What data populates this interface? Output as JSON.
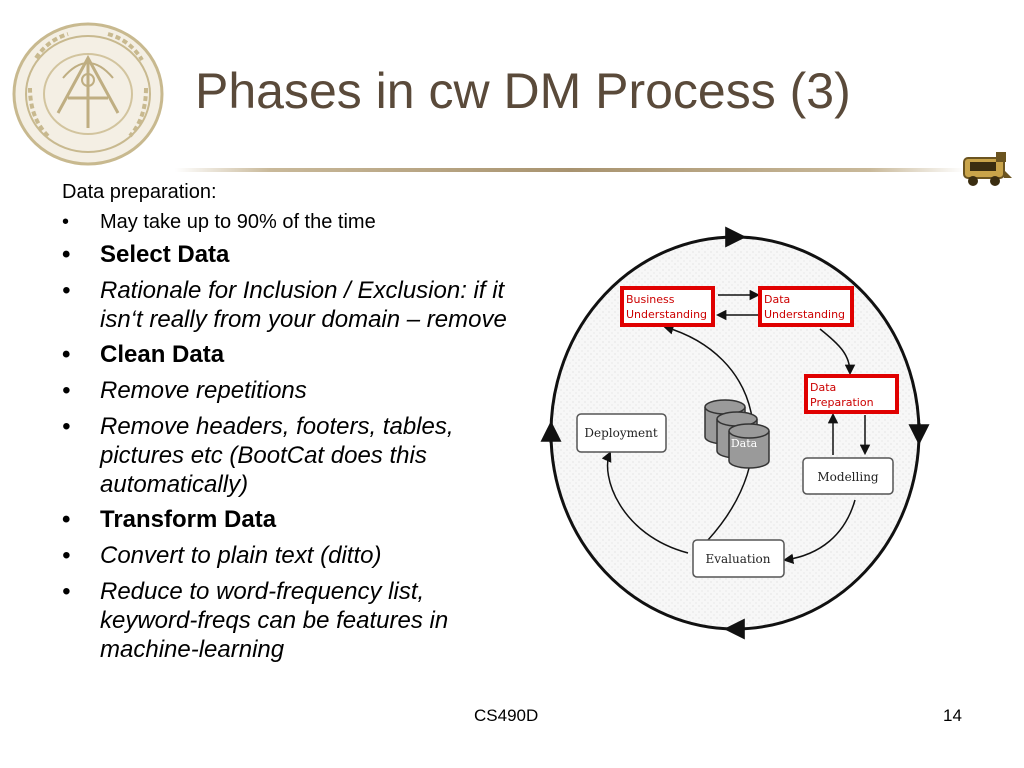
{
  "slide": {
    "title": "Phases in cw DM Process (3)",
    "lead": "Data preparation:",
    "bullets": [
      {
        "text": "May take up to 90% of the time",
        "style": "small"
      },
      {
        "text": "Select Data",
        "style": "bold"
      },
      {
        "text": "Rationale for Inclusion / Exclusion: if it isn‘t really from your domain – remove",
        "style": "italic"
      },
      {
        "text": "Clean Data",
        "style": "bold"
      },
      {
        "text": "Remove repetitions",
        "style": "italic"
      },
      {
        "text": "Remove headers, footers, tables, pictures etc (BootCat does this automatically)",
        "style": "italic"
      },
      {
        "text": "Transform Data",
        "style": "bold"
      },
      {
        "text": "Convert to plain text (ditto)",
        "style": "italic"
      },
      {
        "text": "Reduce to word-frequency list, keyword-freqs can be features in machine-learning",
        "style": "italic"
      }
    ],
    "bullet_glyph": "•",
    "footer_course": "CS490D",
    "page_number": "14"
  },
  "diagram": {
    "business_line1": "Business",
    "business_line2": "Understanding",
    "data_und_line1": "Data",
    "data_und_line2": "Understanding",
    "data_prep_line1": "Data",
    "data_prep_line2": "Preparation",
    "modelling": "Modelling",
    "evaluation": "Evaluation",
    "deployment": "Deployment",
    "data_store": "Data"
  },
  "colors": {
    "title": "#5a4a3a",
    "highlight_border": "#e00000",
    "highlight_text": "#cc0000",
    "divider": "#a8936f"
  }
}
